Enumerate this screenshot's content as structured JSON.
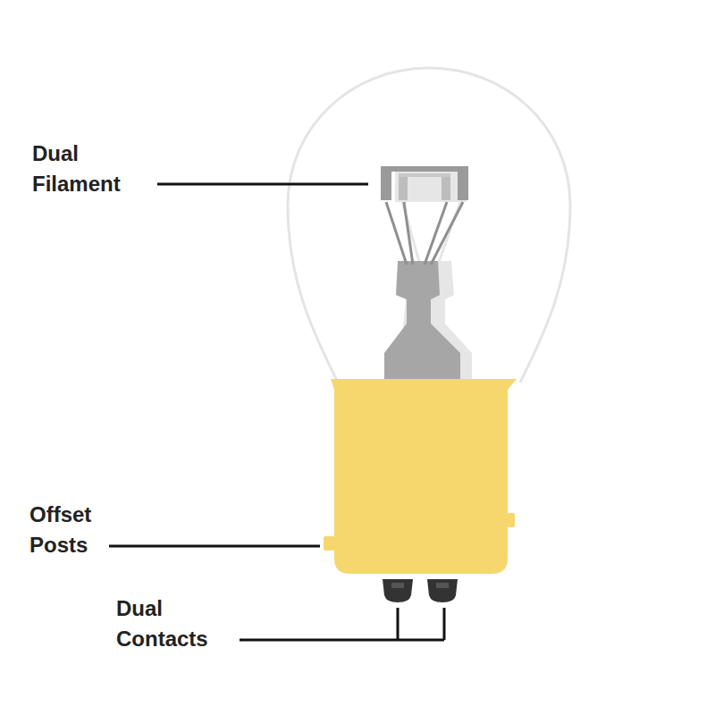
{
  "diagram": {
    "labels": [
      "Dual Filament",
      "Offset Posts",
      "Dual Contacts"
    ]
  }
}
